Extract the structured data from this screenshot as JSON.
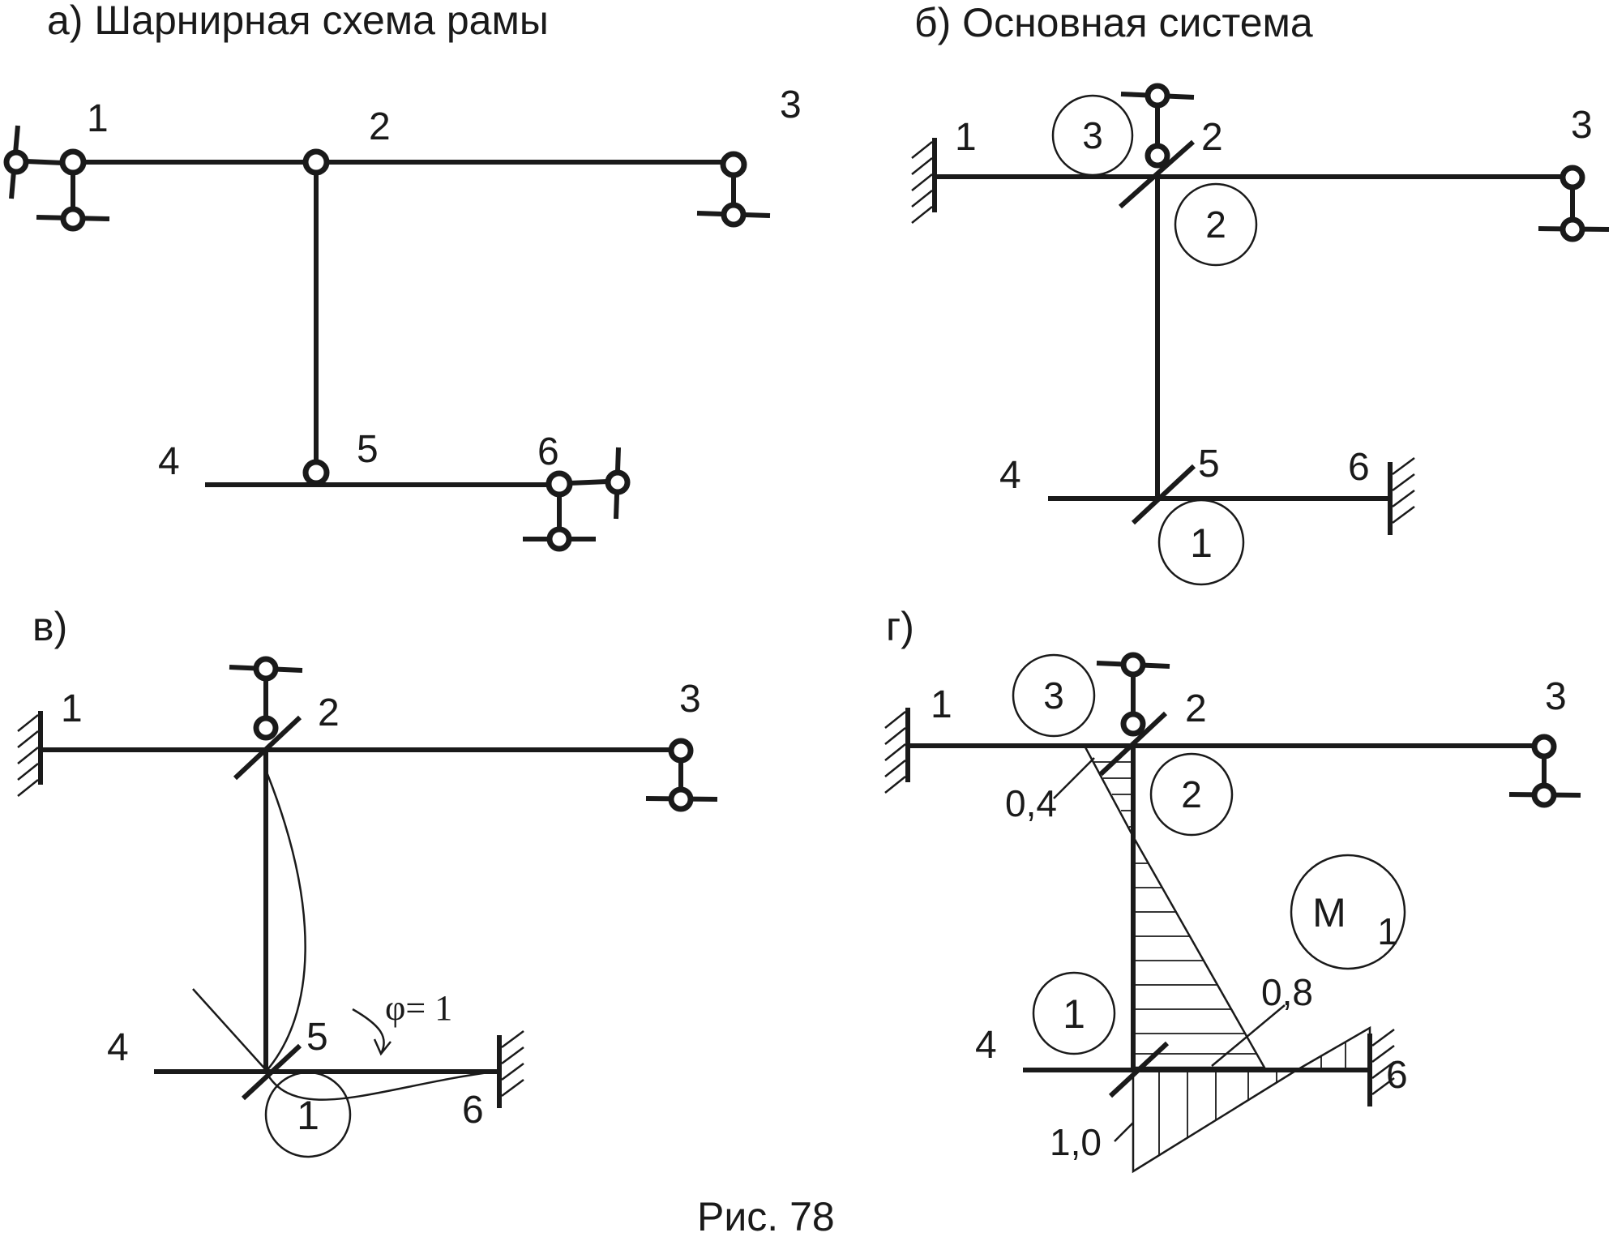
{
  "panel_a": {
    "title": "а)  Шарнирная схема рамы",
    "nodes": [
      "1",
      "2",
      "3",
      "4",
      "5",
      "6"
    ]
  },
  "panel_b": {
    "title": "б) Основная система",
    "nodes": [
      "1",
      "2",
      "3",
      "4",
      "5",
      "6"
    ],
    "connections": [
      "3",
      "2",
      "1"
    ]
  },
  "panel_v": {
    "title": "в)",
    "nodes": [
      "1",
      "2",
      "3",
      "4",
      "5",
      "6"
    ],
    "connections": [
      "1"
    ],
    "rotation_label": "φ= 1"
  },
  "panel_g": {
    "title": "г)",
    "nodes": [
      "1",
      "2",
      "3",
      "4",
      "6"
    ],
    "connections": [
      "3",
      "2",
      "1"
    ],
    "diagram_label": "M",
    "diagram_sub": "1",
    "values": [
      "0,4",
      "0,8",
      "1,0"
    ]
  },
  "caption": "Рис. 78"
}
